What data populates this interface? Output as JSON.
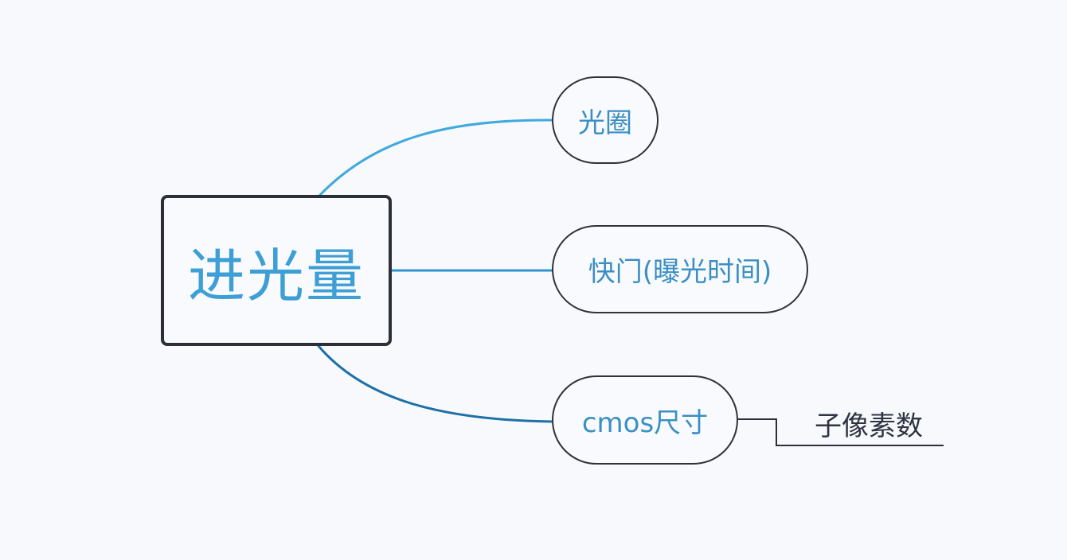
{
  "central_topic": "进光量",
  "branches": [
    {
      "id": "aperture",
      "label": "光圈"
    },
    {
      "id": "shutter",
      "label": "快门(曝光时间)"
    },
    {
      "id": "cmos",
      "label": "cmos尺寸"
    }
  ],
  "sub_topics": [
    {
      "parent": "cmos",
      "label": "子像素数"
    }
  ],
  "colors": {
    "background": "#f7f9fc",
    "connector_top": "#41a9de",
    "connector_middle": "#2f93d0",
    "connector_bottom": "#1d6fa8",
    "node_border": "#2b2f38",
    "central_text": "#3d9fd6",
    "branch_text": "#3a8fc3",
    "leaf_text": "#2e3442"
  }
}
